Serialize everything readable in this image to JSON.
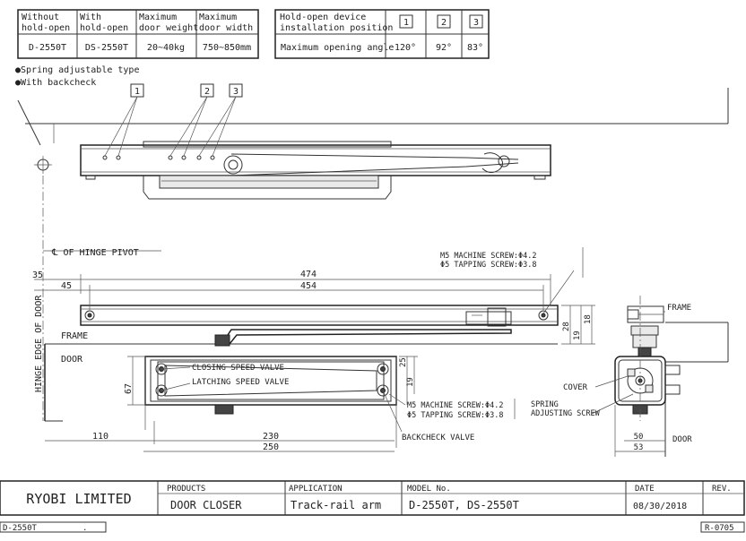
{
  "spec_table": {
    "headers": [
      "Without hold-open",
      "With hold-open",
      "Maximum door weight",
      "Maximum door width"
    ],
    "header_lines": [
      [
        "Without",
        "hold-open"
      ],
      [
        "With",
        "hold-open"
      ],
      [
        "Maximum",
        "door weight"
      ],
      [
        "Maximum",
        "door width"
      ]
    ],
    "row": [
      "D-2550T",
      "DS-2550T",
      "20~40kg",
      "750~850mm"
    ]
  },
  "hold_table": {
    "header_lines": [
      "Hold-open device",
      "installation position"
    ],
    "positions": [
      "1",
      "2",
      "3"
    ],
    "row_label": "Maximum opening angle",
    "angles": [
      "120°",
      "92°",
      "83°"
    ]
  },
  "notes": [
    "●Spring adjustable type",
    "●With backcheck"
  ],
  "callouts": [
    "1",
    "2",
    "3"
  ],
  "labels": {
    "hinge_pivot": "℄ OF HINGE PIVOT",
    "hinge_edge": "HINGE EDGE OF DOOR",
    "frame_left": "FRAME",
    "door_left": "DOOR",
    "screw_top_1": "M5 MACHINE SCREW:Φ4.2",
    "screw_top_2": "Φ5 TAPPING SCREW:Φ3.8",
    "closing_valve": "CLOSING SPEED VALVE",
    "latching_valve": "LATCHING SPEED VALVE",
    "screw_bot_1": "M5 MACHINE SCREW:Φ4.2",
    "screw_bot_2": "Φ5 TAPPING SCREW:Φ3.8",
    "backcheck_valve": "BACKCHECK VALVE",
    "frame_right": "FRAME",
    "cover": "COVER",
    "spring_adj_1": "SPRING",
    "spring_adj_2": "ADJUSTING SCREW",
    "door_right": "DOOR"
  },
  "dims": {
    "d35": "35",
    "d474": "474",
    "d45": "45",
    "d454": "454",
    "d28": "28",
    "d19a": "19",
    "d18": "18",
    "d25": "25",
    "d19b": "19",
    "d67": "67",
    "d110": "110",
    "d230": "230",
    "d250": "250",
    "d50": "50",
    "d53": "53"
  },
  "title_block": {
    "company": "RYOBI LIMITED",
    "products_label": "PRODUCTS",
    "products_value": "DOOR CLOSER",
    "application_label": "APPLICATION",
    "application_value": "Track-rail arm",
    "model_label": "MODEL No.",
    "model_value": "D-2550T, DS-2550T",
    "date_label": "DATE",
    "date_value": "08/30/2018",
    "rev_label": "REV."
  },
  "footer": {
    "left": "D-2550T",
    "mark": ".",
    "right": "R-0705"
  }
}
